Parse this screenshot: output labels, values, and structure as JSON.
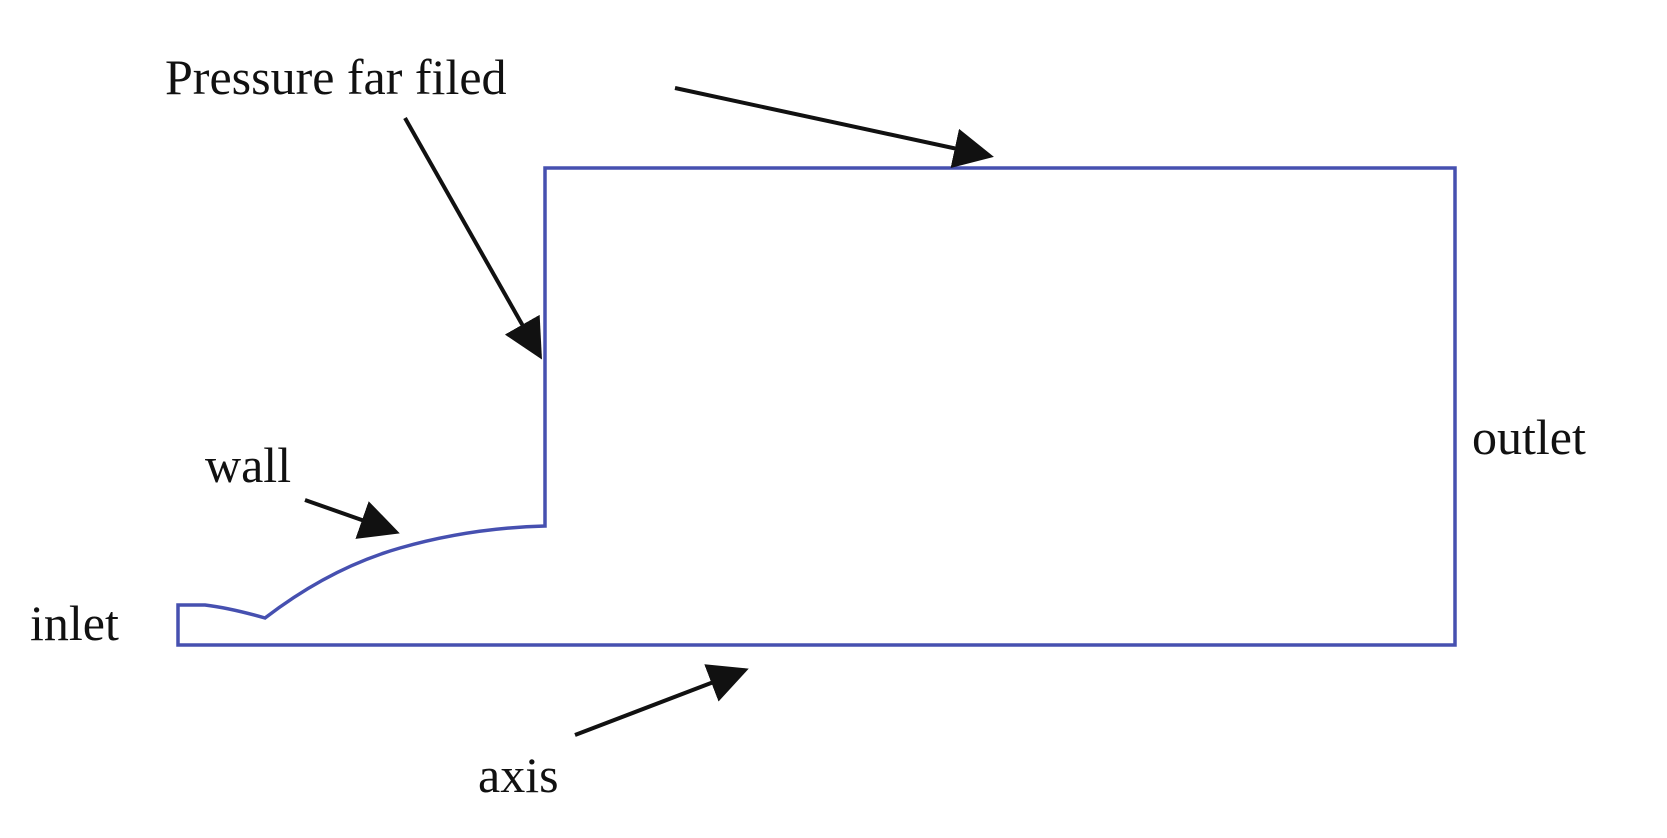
{
  "labels": {
    "pressure_far_field": "Pressure far filed",
    "wall": "wall",
    "inlet": "inlet",
    "outlet": "outlet",
    "axis": "axis"
  },
  "colors": {
    "boundary": "#4650b0",
    "arrow": "#111111"
  }
}
